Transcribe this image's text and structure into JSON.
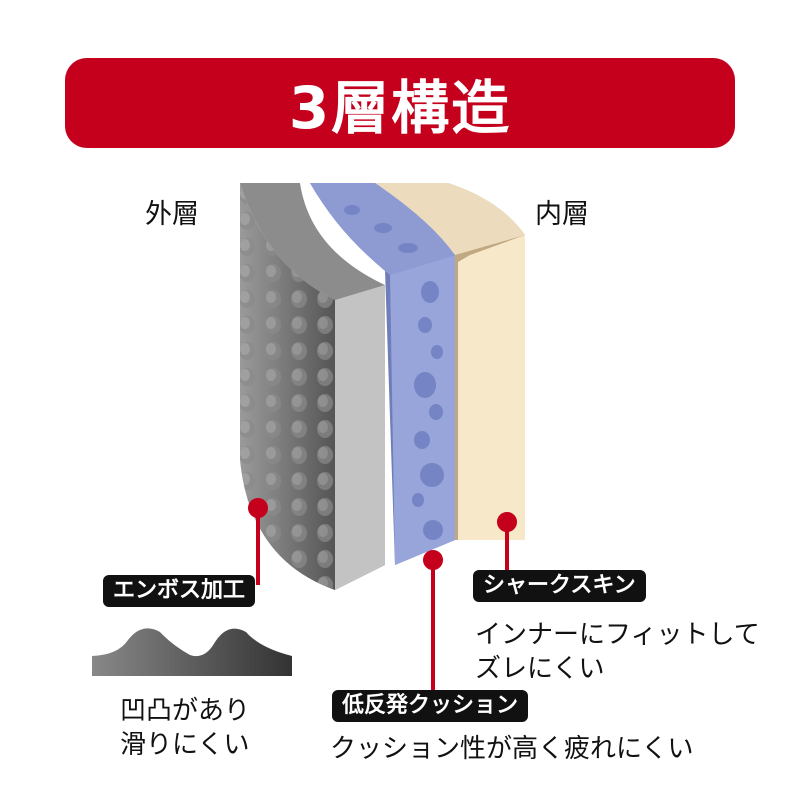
{
  "title": "3層構造",
  "labels": {
    "outer": "外層",
    "inner": "内層"
  },
  "layers": [
    {
      "tag": "エンボス加工",
      "desc": [
        "凹凸があり",
        "滑りにくい"
      ]
    },
    {
      "tag": "低反発クッション",
      "desc": [
        "クッション性が高く疲れにくい"
      ]
    },
    {
      "tag": "シャークスキン",
      "desc": [
        "インナーにフィットして",
        "ズレにくい"
      ]
    }
  ],
  "colors": {
    "accent": "#c5001c",
    "outer": "#6e6e6e",
    "middle": "#8e9bd3",
    "inner": "#f5e6c4"
  }
}
